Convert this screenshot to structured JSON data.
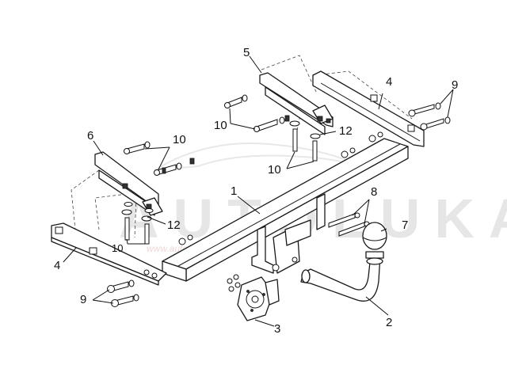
{
  "watermark": {
    "text": "AUTOLUKA",
    "subtext": "www.auto-luka.ru"
  },
  "callouts": {
    "c1": "1",
    "c2": "2",
    "c3": "3",
    "c4a": "4",
    "c4b": "4",
    "c5": "5",
    "c6": "6",
    "c7": "7",
    "c8": "8",
    "c9a": "9",
    "c9b": "9",
    "c10a": "10",
    "c10b": "10",
    "c10c": "10",
    "c10d": "10",
    "c12a": "12",
    "c12b": "12"
  }
}
